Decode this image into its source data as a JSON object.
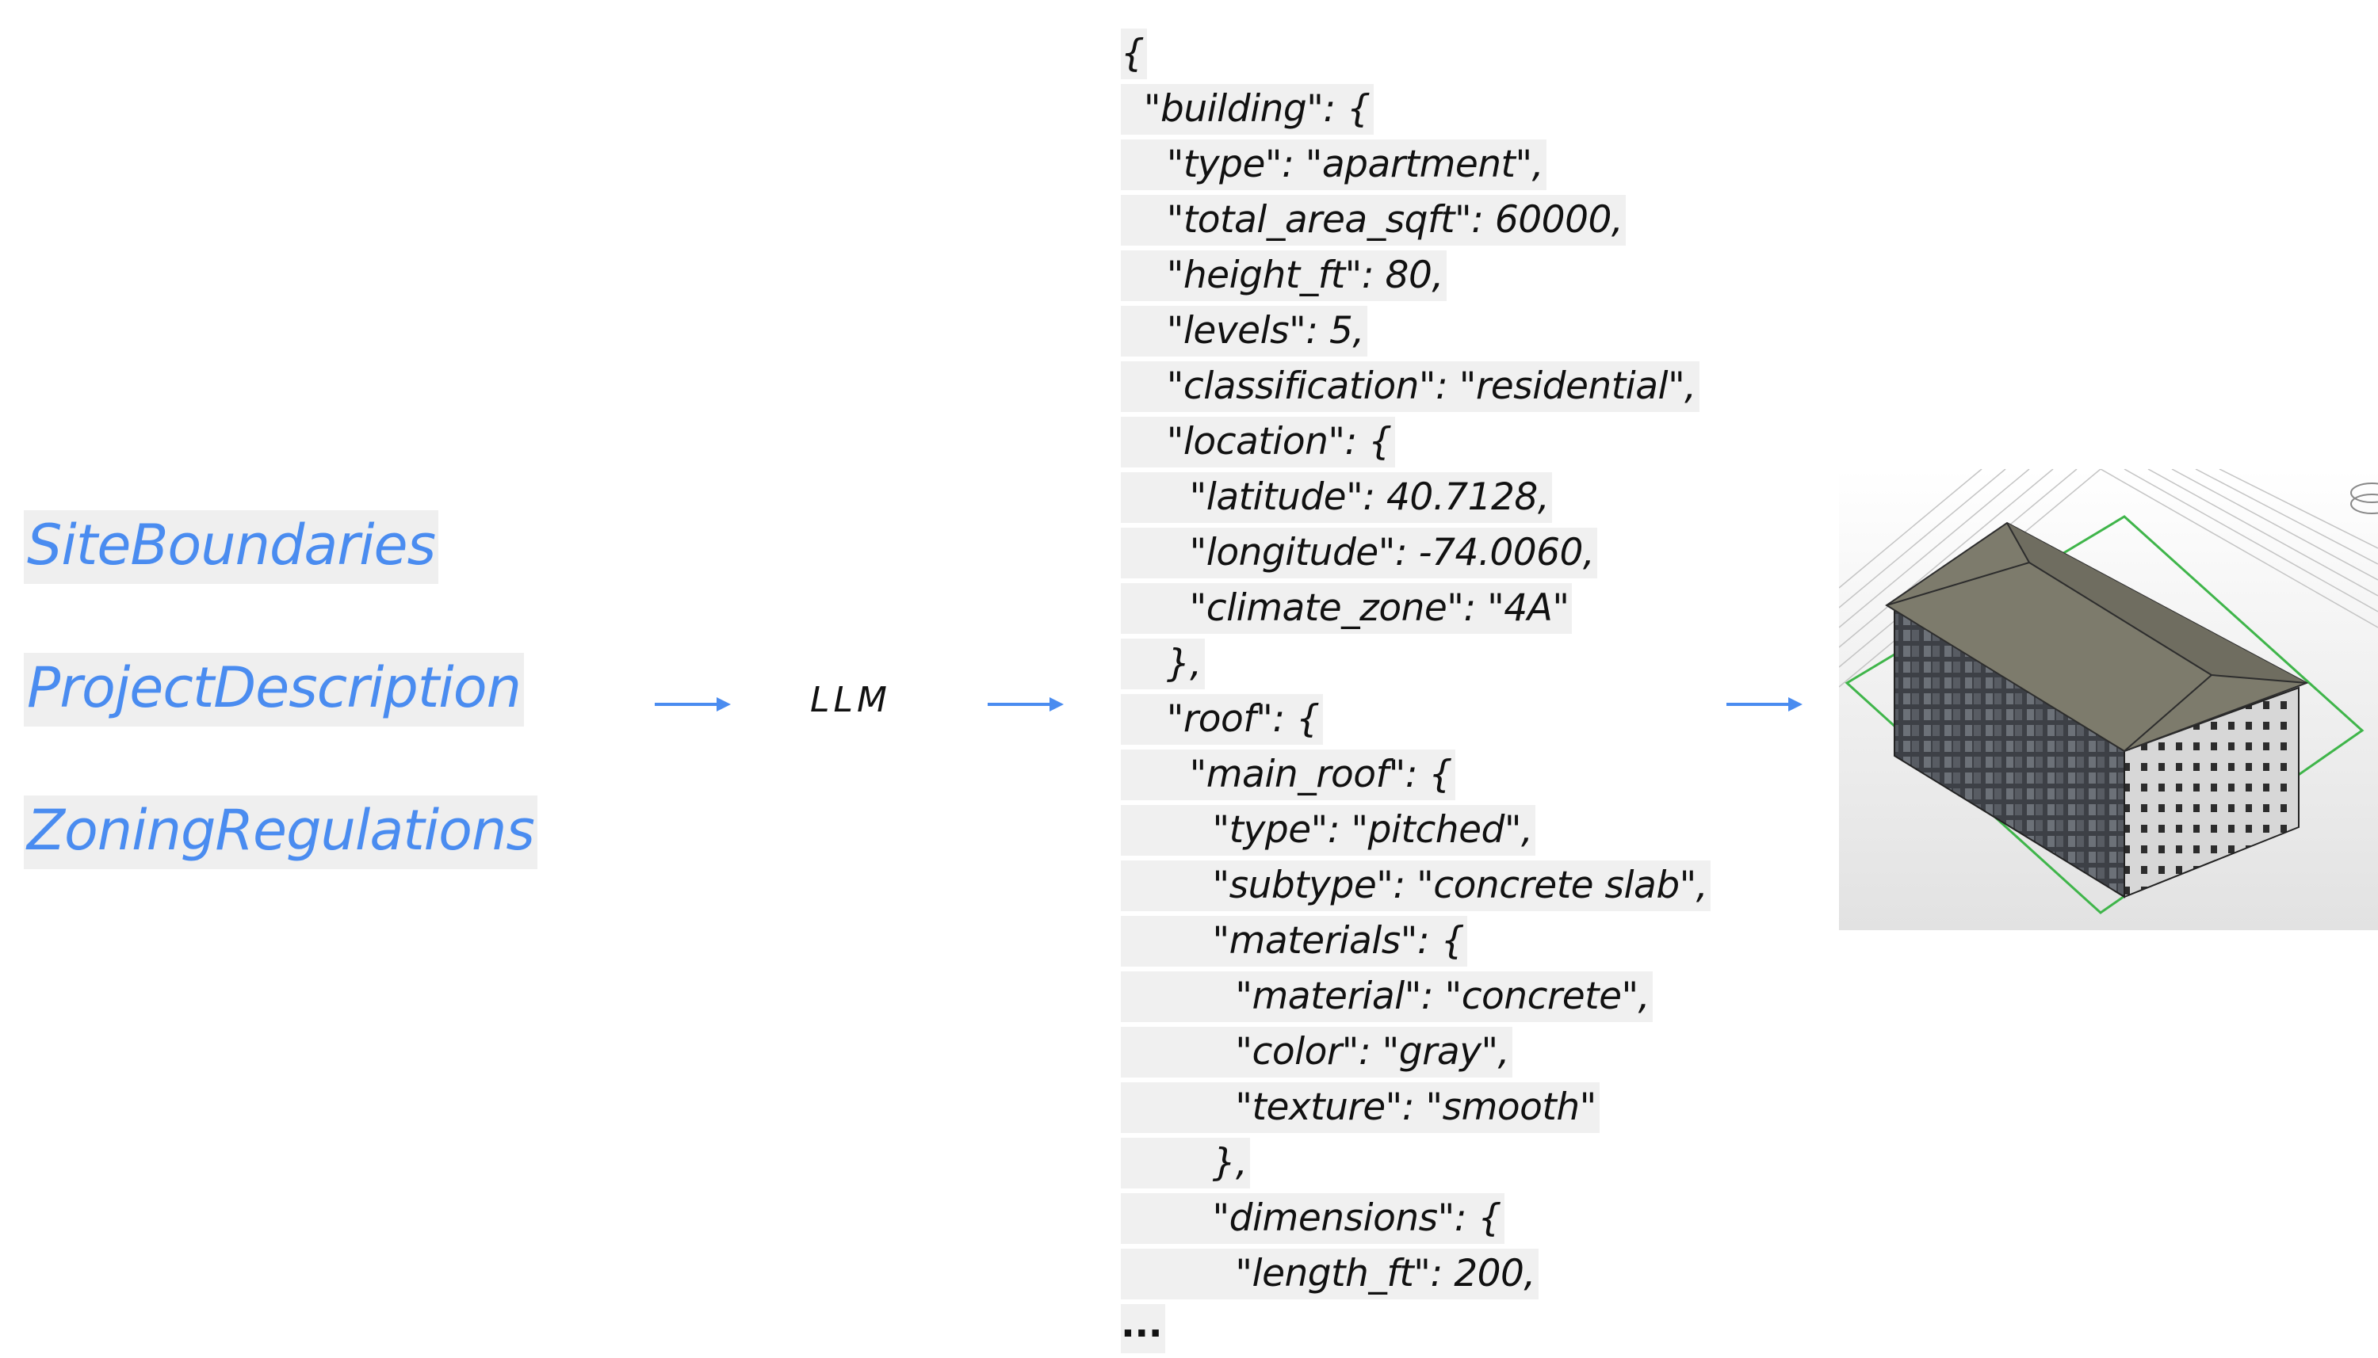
{
  "inputs": [
    "SiteBoundaries",
    "ProjectDescription",
    "ZoningRegulations"
  ],
  "model_label": "LLM",
  "json_lines": [
    "{",
    "  \"building\": {",
    "    \"type\": \"apartment\",",
    "    \"total_area_sqft\": 60000,",
    "    \"height_ft\": 80,",
    "    \"levels\": 5,",
    "    \"classification\": \"residential\",",
    "    \"location\": {",
    "      \"latitude\": 40.7128,",
    "      \"longitude\": -74.0060,",
    "      \"climate_zone\": \"4A\"",
    "    },",
    "    \"roof\": {",
    "      \"main_roof\": {",
    "        \"type\": \"pitched\",",
    "        \"subtype\": \"concrete slab\",",
    "        \"materials\": {",
    "          \"material\": \"concrete\",",
    "          \"color\": \"gray\",",
    "          \"texture\": \"smooth\"",
    "        },",
    "        \"dimensions\": {",
    "          \"length_ft\": 200,",
    "..."
  ],
  "colors": {
    "accent": "#4a8cf0",
    "label_background": "#efefef",
    "code_background": "#f0f0f0",
    "roof": "#7d7b6c",
    "site_outline": "#3fb54a"
  },
  "icons": [
    "arrow-right-icon",
    "building-model-icon"
  ]
}
